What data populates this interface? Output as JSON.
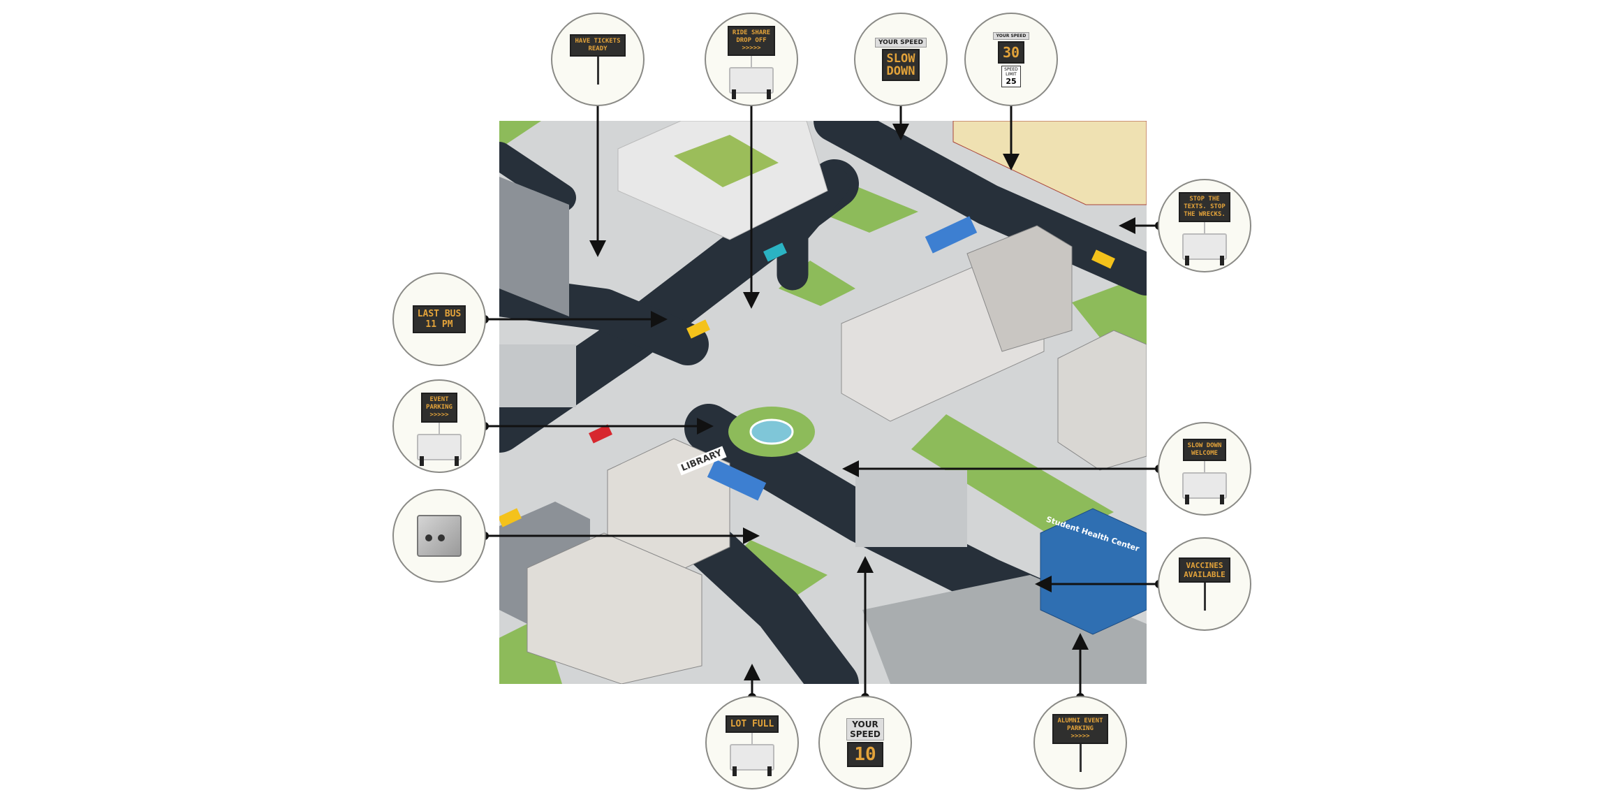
{
  "map": {
    "library_label": "LIBRARY",
    "health_center_label": "Student Health Center"
  },
  "callouts": {
    "have_tickets": {
      "text": "HAVE TICKETS\nREADY",
      "device": "portable-sign-stand"
    },
    "ride_share": {
      "text": "RIDE SHARE\nDROP OFF\n>>>>>",
      "device": "message-board-trailer"
    },
    "slow_down_speed": {
      "header": "YOUR SPEED",
      "text": "SLOW\nDOWN",
      "device": "speed-display-sign"
    },
    "speed_trailer": {
      "header": "YOUR SPEED",
      "speed": "30",
      "limit_label": "SPEED\nLIMIT",
      "limit": "25",
      "device": "speed-trailer"
    },
    "stop_texts": {
      "text": "STOP THE\nTEXTS. STOP\nTHE WRECKS.",
      "device": "message-board-trailer"
    },
    "last_bus": {
      "text": "LAST BUS\n11 PM",
      "device": "message-sign"
    },
    "event_parking": {
      "text": "EVENT\nPARKING\n>>>>>",
      "device": "message-board-trailer"
    },
    "slow_down_welcome": {
      "text": "SLOW DOWN\nWELCOME",
      "device": "message-board-trailer"
    },
    "camera_box": {
      "device": "camera-control-box"
    },
    "vaccines": {
      "text": "VACCINES\nAVAILABLE",
      "device": "portable-sign-stand"
    },
    "lot_full": {
      "text": "LOT FULL",
      "device": "message-board-trailer"
    },
    "your_speed_10": {
      "header": "YOUR\nSPEED",
      "speed": "10",
      "device": "speed-display-sign"
    },
    "alumni_parking": {
      "text": "ALUMNI EVENT\nPARKING\n>>>>>",
      "device": "portable-sign-stand"
    }
  },
  "colors": {
    "sign_text": "#e3a33a",
    "sign_bg": "#2f2f2e",
    "road": "#27303a",
    "grass": "#8dbb5a",
    "pavement": "#d3d5d6"
  }
}
